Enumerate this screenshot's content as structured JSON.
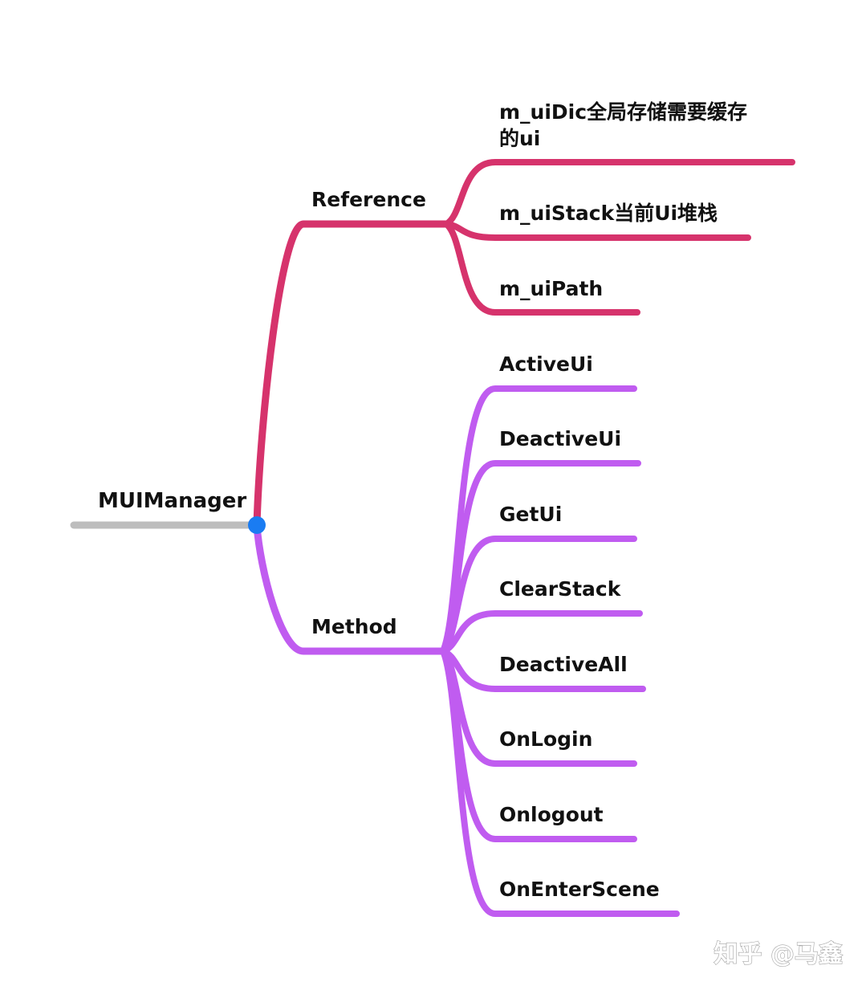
{
  "root": {
    "label": "MUIManager",
    "color": "#bdbdbd",
    "node_color": "#1a7cf2"
  },
  "branches": [
    {
      "label": "Reference",
      "color": "#d6336c",
      "children": [
        {
          "lines": [
            "m_uiDic全局存储需要缓存",
            "的ui"
          ]
        },
        {
          "lines": [
            "m_uiStack当前Ui堆栈"
          ]
        },
        {
          "lines": [
            "m_uiPath"
          ]
        }
      ]
    },
    {
      "label": "Method",
      "color": "#c05cf0",
      "children": [
        {
          "lines": [
            "ActiveUi"
          ]
        },
        {
          "lines": [
            "DeactiveUi"
          ]
        },
        {
          "lines": [
            "GetUi"
          ]
        },
        {
          "lines": [
            "ClearStack"
          ]
        },
        {
          "lines": [
            "DeactiveAll"
          ]
        },
        {
          "lines": [
            "OnLogin"
          ]
        },
        {
          "lines": [
            "Onlogout"
          ]
        },
        {
          "lines": [
            "OnEnterScene"
          ]
        }
      ]
    }
  ],
  "watermark": "知乎 @马鑫"
}
